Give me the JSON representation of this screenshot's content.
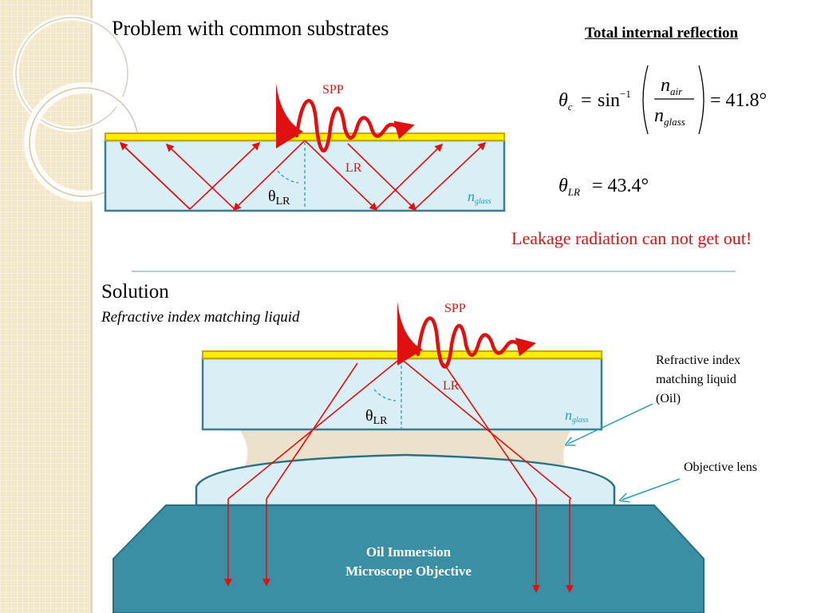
{
  "problem_title": "Problem with common substrates",
  "tir": {
    "heading": "Total internal reflection",
    "theta_symbol": "θ",
    "critical_subscript": "c",
    "sin_text": "sin",
    "sin_exponent": "−1",
    "numerator_n": "n",
    "numerator_sub": "air",
    "denominator_n": "n",
    "denominator_sub": "glass",
    "critical_value": "= 41.8°",
    "lr_subscript": "LR",
    "lr_value": "= 43.4°"
  },
  "leakage_text": "Leakage radiation can not get out!",
  "top_diagram": {
    "spp_label": "SPP",
    "lr_label": "LR",
    "theta_label": "θ",
    "theta_sub": "LR",
    "n_symbol": "n",
    "n_sub": "glass"
  },
  "solution": {
    "title": "Solution",
    "subtitle": "Refractive index matching liquid"
  },
  "bottom_diagram": {
    "spp_label": "SPP",
    "lr_label": "LR",
    "theta_label": "θ",
    "theta_sub": "LR",
    "n_symbol": "n",
    "n_sub": "glass",
    "oil_label_lines": [
      "Refractive index",
      "matching liquid",
      "(Oil)"
    ],
    "lens_label": "Objective lens",
    "objective_lines": [
      "Oil Immersion",
      "Microscope Objective"
    ]
  },
  "colors": {
    "gold_film": "#ffee00",
    "glass": "#d9eef5",
    "glass_border": "#3a7d96",
    "ray": "#e01010",
    "objective": "#3a8fa5",
    "oil": "#ece1cb",
    "annotation": "#2a9ab8"
  }
}
